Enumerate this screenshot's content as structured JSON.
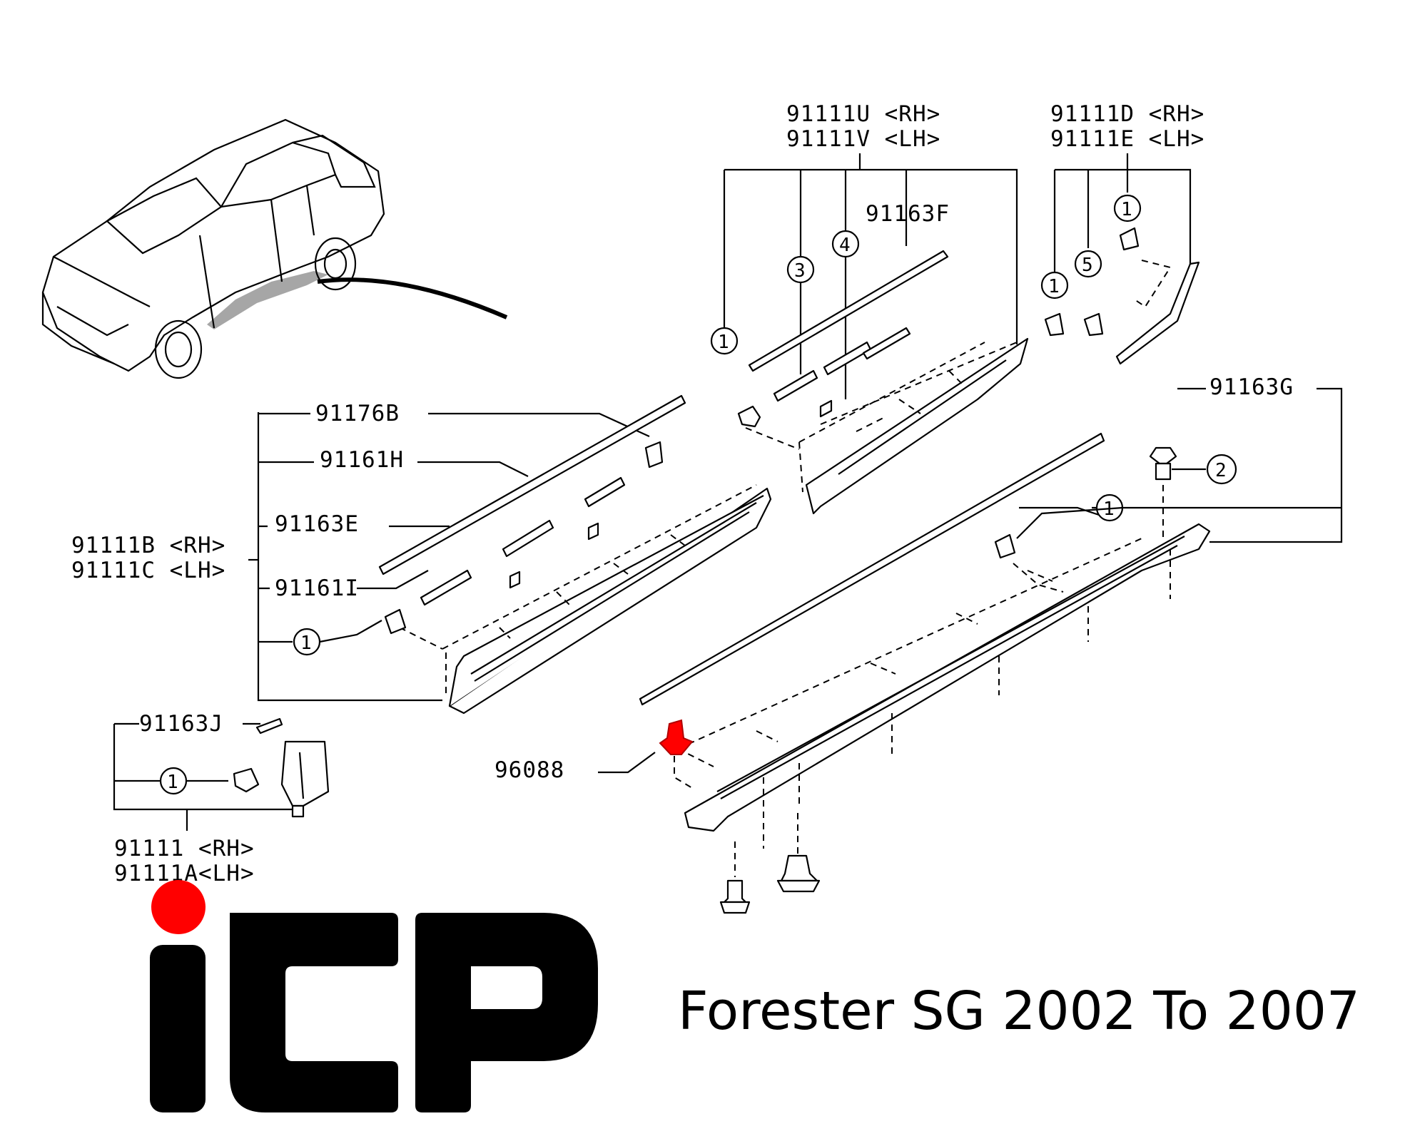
{
  "diagram": {
    "labels": {
      "u_rh": "91111U <RH>",
      "v_lh": "91111V <LH>",
      "d_rh": "91111D <RH>",
      "e_lh": "91111E <LH>",
      "f": "91163F",
      "g": "91163G",
      "b176": "91176B",
      "h161": "91161H",
      "e163": "91163E",
      "b_rh": "91111B <RH>",
      "c_lh": "91111C <LH>",
      "i161": "91161",
      "i161_suffix": "I",
      "j163": "91163J",
      "rh_111": "91111  <RH>",
      "a_lh": "91111A<LH>",
      "clip": "96088"
    },
    "callouts": [
      "1",
      "2",
      "3",
      "4",
      "5"
    ]
  },
  "logo": {
    "text": "ICP",
    "dot_color": "#ff0000",
    "color": "#000000"
  },
  "title": "Forester SG 2002 To 2007",
  "colors": {
    "highlight": "#ff0000",
    "line": "#000000"
  }
}
